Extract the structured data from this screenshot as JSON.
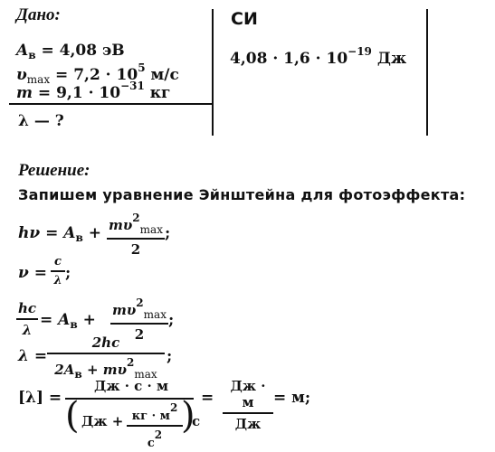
{
  "given": {
    "header": "Дано:",
    "line1": {
      "sym": "A",
      "sub": "в",
      "rest": " = 4,08 эВ"
    },
    "line2": {
      "sym": "υ",
      "sub": "max",
      "rest": " = 7,2 · 10",
      "exp": "5",
      "unit": " м/с"
    },
    "line3": {
      "sym": "m",
      "rest": " = 9,1 · 10",
      "exp": "−31",
      "unit": " кг"
    },
    "find": "λ — ?"
  },
  "si": {
    "header": "СИ",
    "value": "4,08 · 1,6 · 10",
    "exp": "−19",
    "unit": " Дж"
  },
  "solution": {
    "header": "Решение:",
    "intro": "Запишем уравнение Эйнштейна для фотоэффекта:",
    "eq1": {
      "lhs": "hν = A",
      "sub": "в",
      "plus": " + ",
      "num": "mυ",
      "numsup": "2",
      "numsub": "max",
      "den": "2",
      "end": " ;"
    },
    "eq2": {
      "lhs": "ν = ",
      "num": "c",
      "den": "λ",
      "end": " ;"
    },
    "eq3": {
      "num_l": "hc",
      "den_l": "λ",
      "mid": " = A",
      "sub": "в",
      "plus": " + ",
      "num": "mυ",
      "numsup": "2",
      "numsub": "max",
      "den": "2",
      "end": " ;"
    },
    "eq4": {
      "lhs": "λ = ",
      "num": "2hc",
      "den_a": "2A",
      "den_sub": "в",
      "den_plus": " + ",
      "den_m": "mυ",
      "den_sup": "2",
      "den_subm": "max",
      "end": " ;"
    },
    "eq5": {
      "lhs": "[λ] = ",
      "num": "Дж · с · м",
      "den_open": "Дж  +",
      "den_fnum": "кг · м",
      "den_fnum_sup": "2",
      "den_fden": "с",
      "den_fden_sup": "2",
      "den_close": "с",
      "eq2_sign": " = ",
      "num2": "Дж · м",
      "den2": "Дж",
      "tail": " = м;"
    }
  }
}
